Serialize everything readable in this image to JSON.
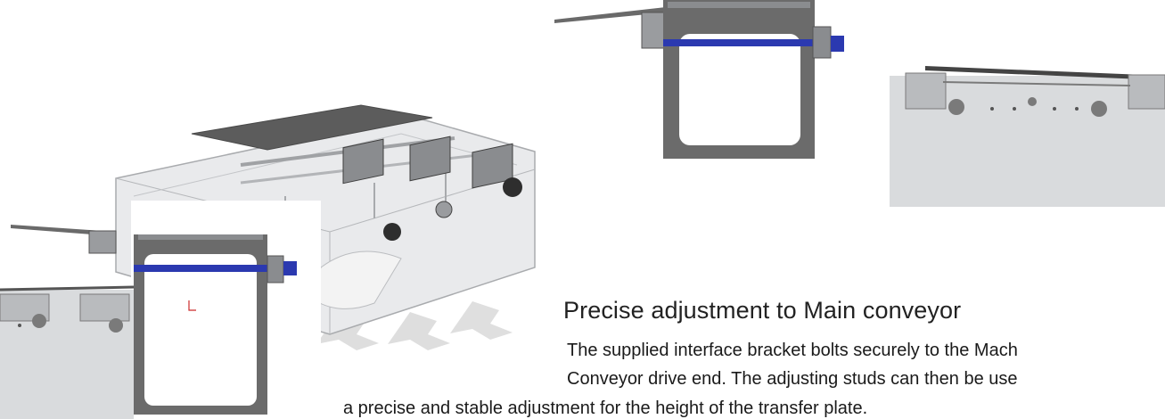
{
  "caption": {
    "heading": "Precise adjustment to Main conveyor",
    "line1": "The supplied interface bracket bolts securely to the Mach",
    "line2": "Conveyor drive end.  The adjusting studs can then be use",
    "line3": "a precise and stable adjustment for the height of the transfer plate."
  },
  "colors": {
    "frame": "#6b6b6b",
    "rod": "#2b39b0",
    "plate": "#585858",
    "housing": "#d9dbdd"
  }
}
